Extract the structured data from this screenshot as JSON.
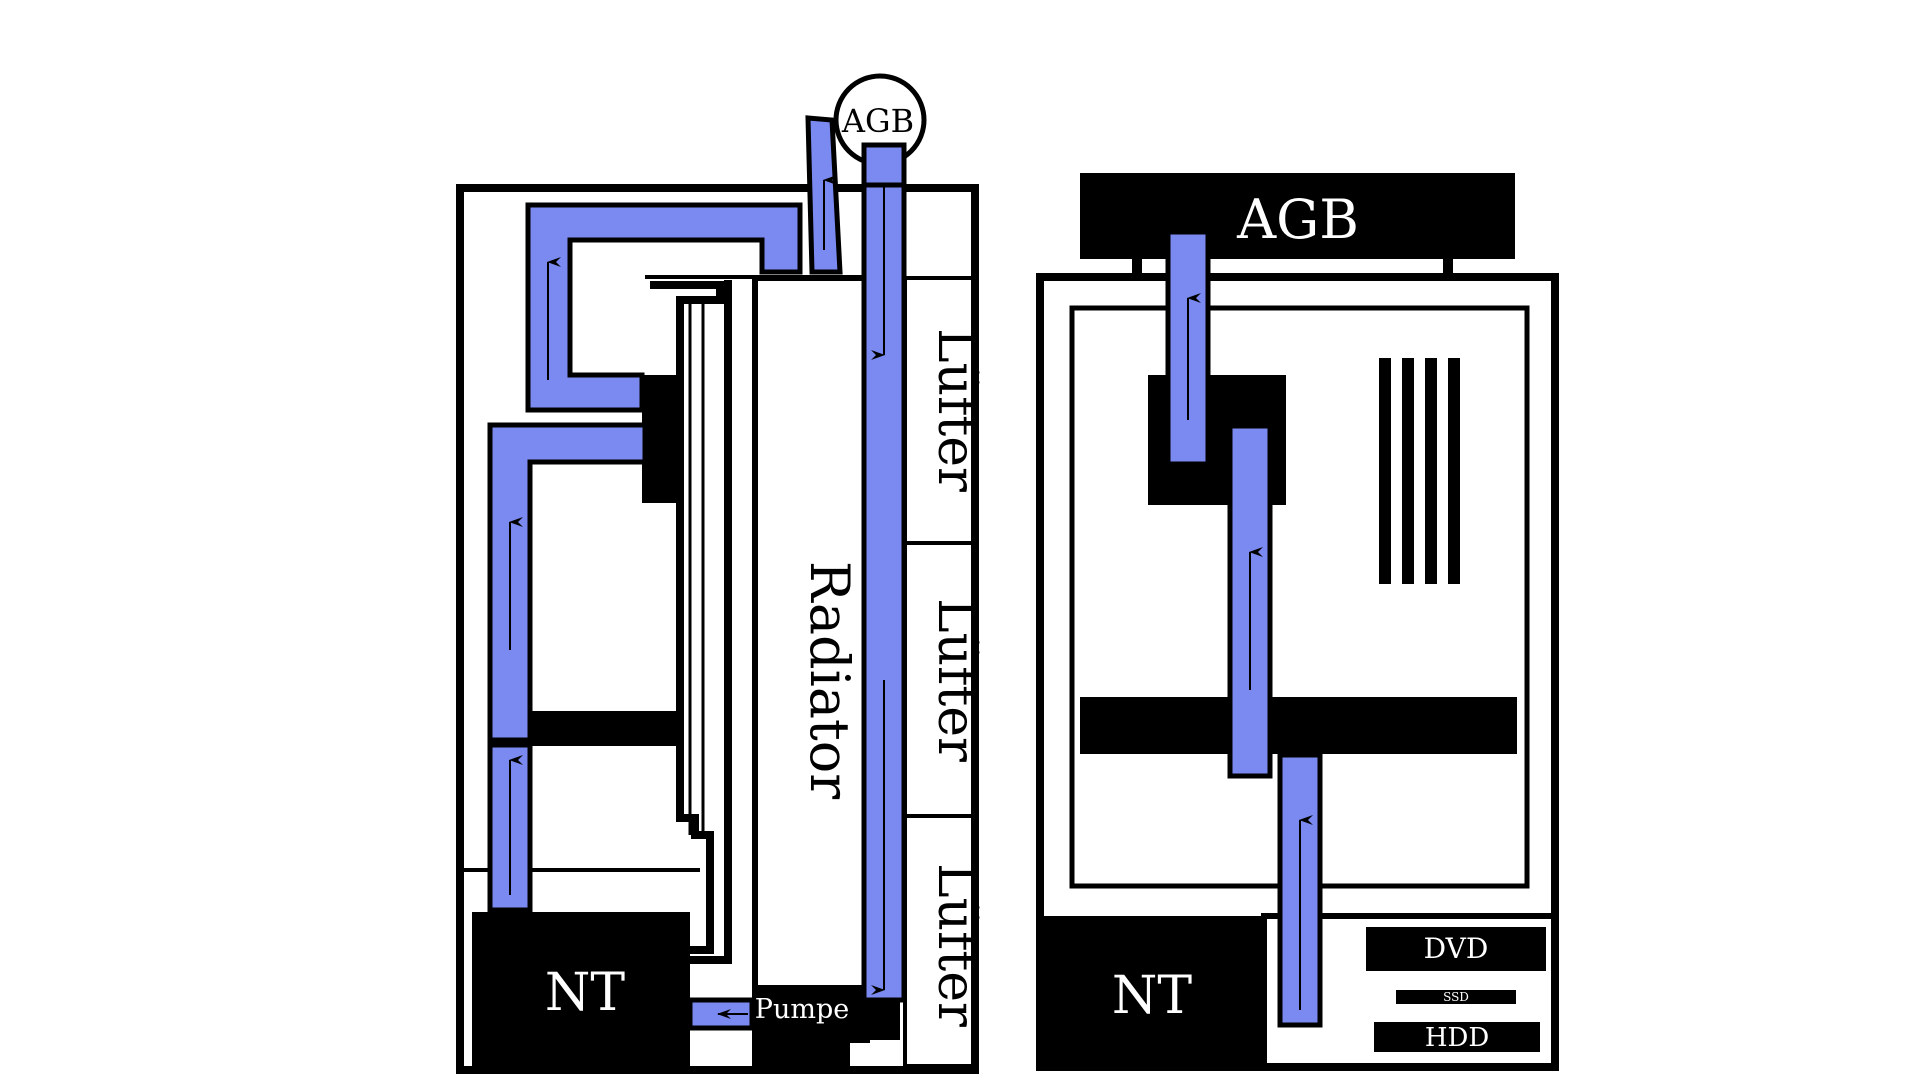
{
  "colors": {
    "background": "#ffffff",
    "case": "#000000",
    "tube": "#7b8af0",
    "arrow": "#000000"
  },
  "left": {
    "agb_label": "AGB",
    "radiator_label": "Radiator",
    "fan_labels": [
      "Lüfter",
      "Lüfter",
      "Lüfter"
    ],
    "psu_label": "NT",
    "pump_label": "Pumpe"
  },
  "right": {
    "agb_label": "AGB",
    "psu_label": "NT",
    "drives": [
      "DVD",
      "SSD",
      "HDD"
    ]
  }
}
